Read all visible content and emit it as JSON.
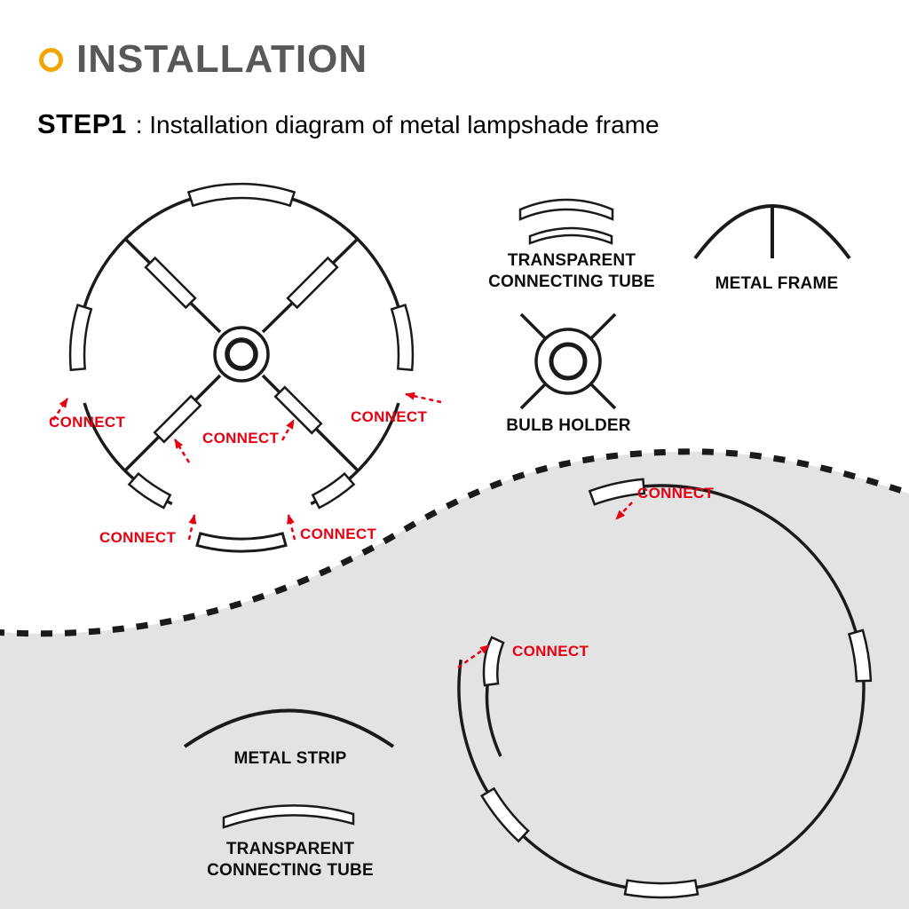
{
  "header": {
    "title": "INSTALLATION"
  },
  "step": {
    "label": "STEP1",
    "rest": ": Installation diagram of metal lampshade frame"
  },
  "legend": {
    "tube_line1": "TRANSPARENT",
    "tube_line2": "CONNECTING TUBE",
    "metal_frame": "METAL FRAME",
    "bulb_holder": "BULB HOLDER"
  },
  "parts": {
    "metal_strip": "METAL STRIP",
    "tube_line1": "TRANSPARENT",
    "tube_line2": "CONNECTING TUBE"
  },
  "labels": {
    "connect": "CONNECT"
  },
  "colors": {
    "accent_red": "#e60012",
    "ring_yellow": "#f0a500",
    "title_gray": "#57585a",
    "line_black": "#1a1a1a",
    "bg_gray": "#e3e3e3",
    "tube_fill": "#ffffff"
  }
}
